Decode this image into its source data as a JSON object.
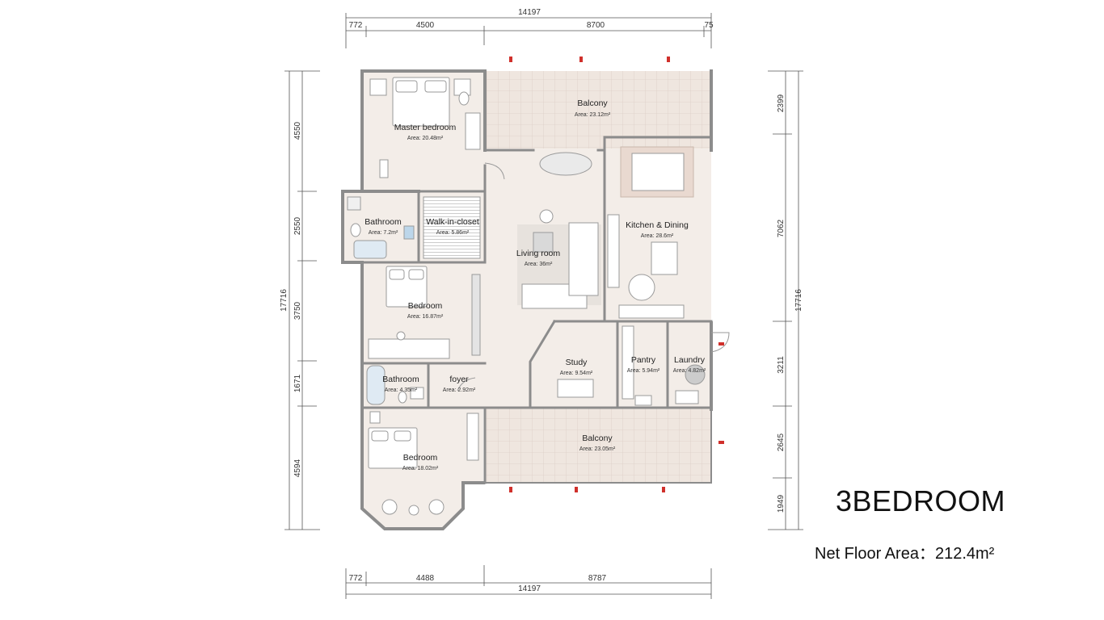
{
  "plan": {
    "title": "3BEDROOM",
    "net_floor_area_label": "Net Floor Area：",
    "net_floor_area_value": "212.4m²"
  },
  "dimensions": {
    "top_total": "14197",
    "top_segments": [
      "772",
      "4500",
      "8700",
      "75"
    ],
    "bottom_total": "14197",
    "bottom_segments": [
      "772",
      "4488",
      "8787"
    ],
    "left_total": "17716",
    "left_segments": [
      "4550",
      "2550",
      "3750",
      "1671",
      "4594"
    ],
    "right_total": "17716",
    "right_segments": [
      "2399",
      "7062",
      "3211",
      "2645",
      "1949"
    ]
  },
  "rooms": [
    {
      "name": "Master bedroom",
      "area": "Area: 20.48m²"
    },
    {
      "name": "Balcony",
      "area": "Area: 23.12m²"
    },
    {
      "name": "Bathroom",
      "area": "Area: 7.2m²"
    },
    {
      "name": "Walk-in-closet",
      "area": "Area: 5.86m²"
    },
    {
      "name": "Living room",
      "area": "Area: 36m²"
    },
    {
      "name": "Kitchen & Dining",
      "area": "Area: 28.6m²"
    },
    {
      "name": "Bedroom",
      "area": "Area: 16.87m²"
    },
    {
      "name": "Study",
      "area": "Area: 9.54m²"
    },
    {
      "name": "Pantry",
      "area": "Area: 5.94m²"
    },
    {
      "name": "Laundry",
      "area": "Area: 4.82m²"
    },
    {
      "name": "Bathroom",
      "area": "Area: 4.35m²"
    },
    {
      "name": "foyer",
      "area": "Area: 2.92m²"
    },
    {
      "name": "Balcony",
      "area": "Area: 23.05m²"
    },
    {
      "name": "Bedroom",
      "area": "Area: 18.02m²"
    }
  ],
  "colors": {
    "wall": "#8c8c8c",
    "floor": "#f3ede8",
    "balcony_tile": "#ede4dd",
    "entry_marker": "#d0302b"
  }
}
